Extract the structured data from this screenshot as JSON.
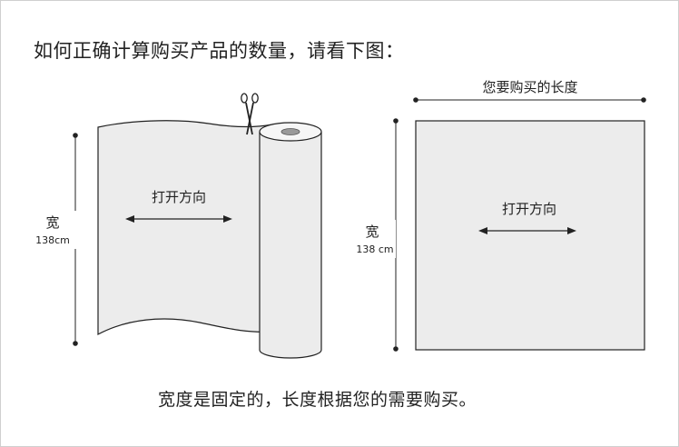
{
  "heading": "如何正确计算购买产品的数量，请看下图：",
  "left_diagram": {
    "open_direction": "打开方向",
    "width_label": "宽",
    "width_value": "138cm"
  },
  "right_diagram": {
    "length_label": "您要购买的长度",
    "open_direction": "打开方向",
    "width_label": "宽",
    "width_value": "138 cm"
  },
  "footer": "宽度是固定的，长度根据您的需要购买。",
  "colors": {
    "sheet_fill": "#ececec",
    "stroke": "#222222",
    "roll_hole": "#9a9a9a"
  }
}
